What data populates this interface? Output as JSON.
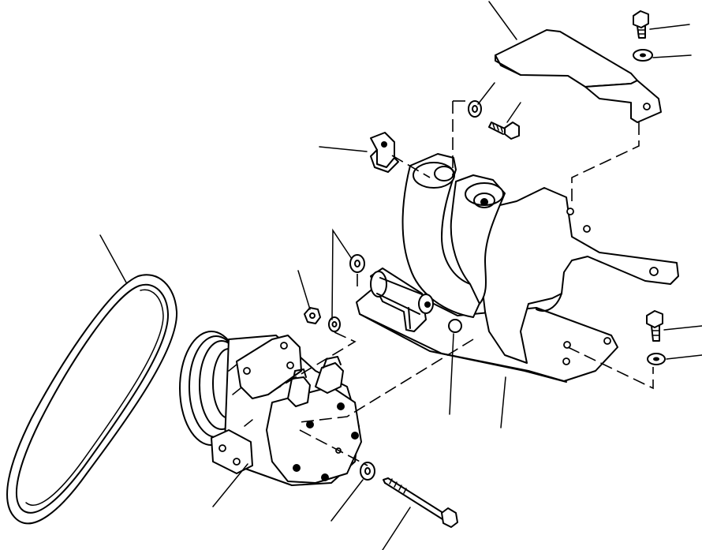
{
  "figure": {
    "description_text": "",
    "parts": [
      {
        "id": "belt",
        "name": "v-belt"
      },
      {
        "id": "compressor",
        "name": "ac-compressor"
      },
      {
        "id": "bracket",
        "name": "mounting-bracket"
      },
      {
        "id": "cover-plate",
        "name": "cover-plate"
      },
      {
        "id": "clip",
        "name": "wire-clip"
      },
      {
        "id": "long-bolt",
        "name": "long-bolt"
      }
    ],
    "colors": {
      "line": "#000000",
      "background": "#ffffff"
    }
  }
}
